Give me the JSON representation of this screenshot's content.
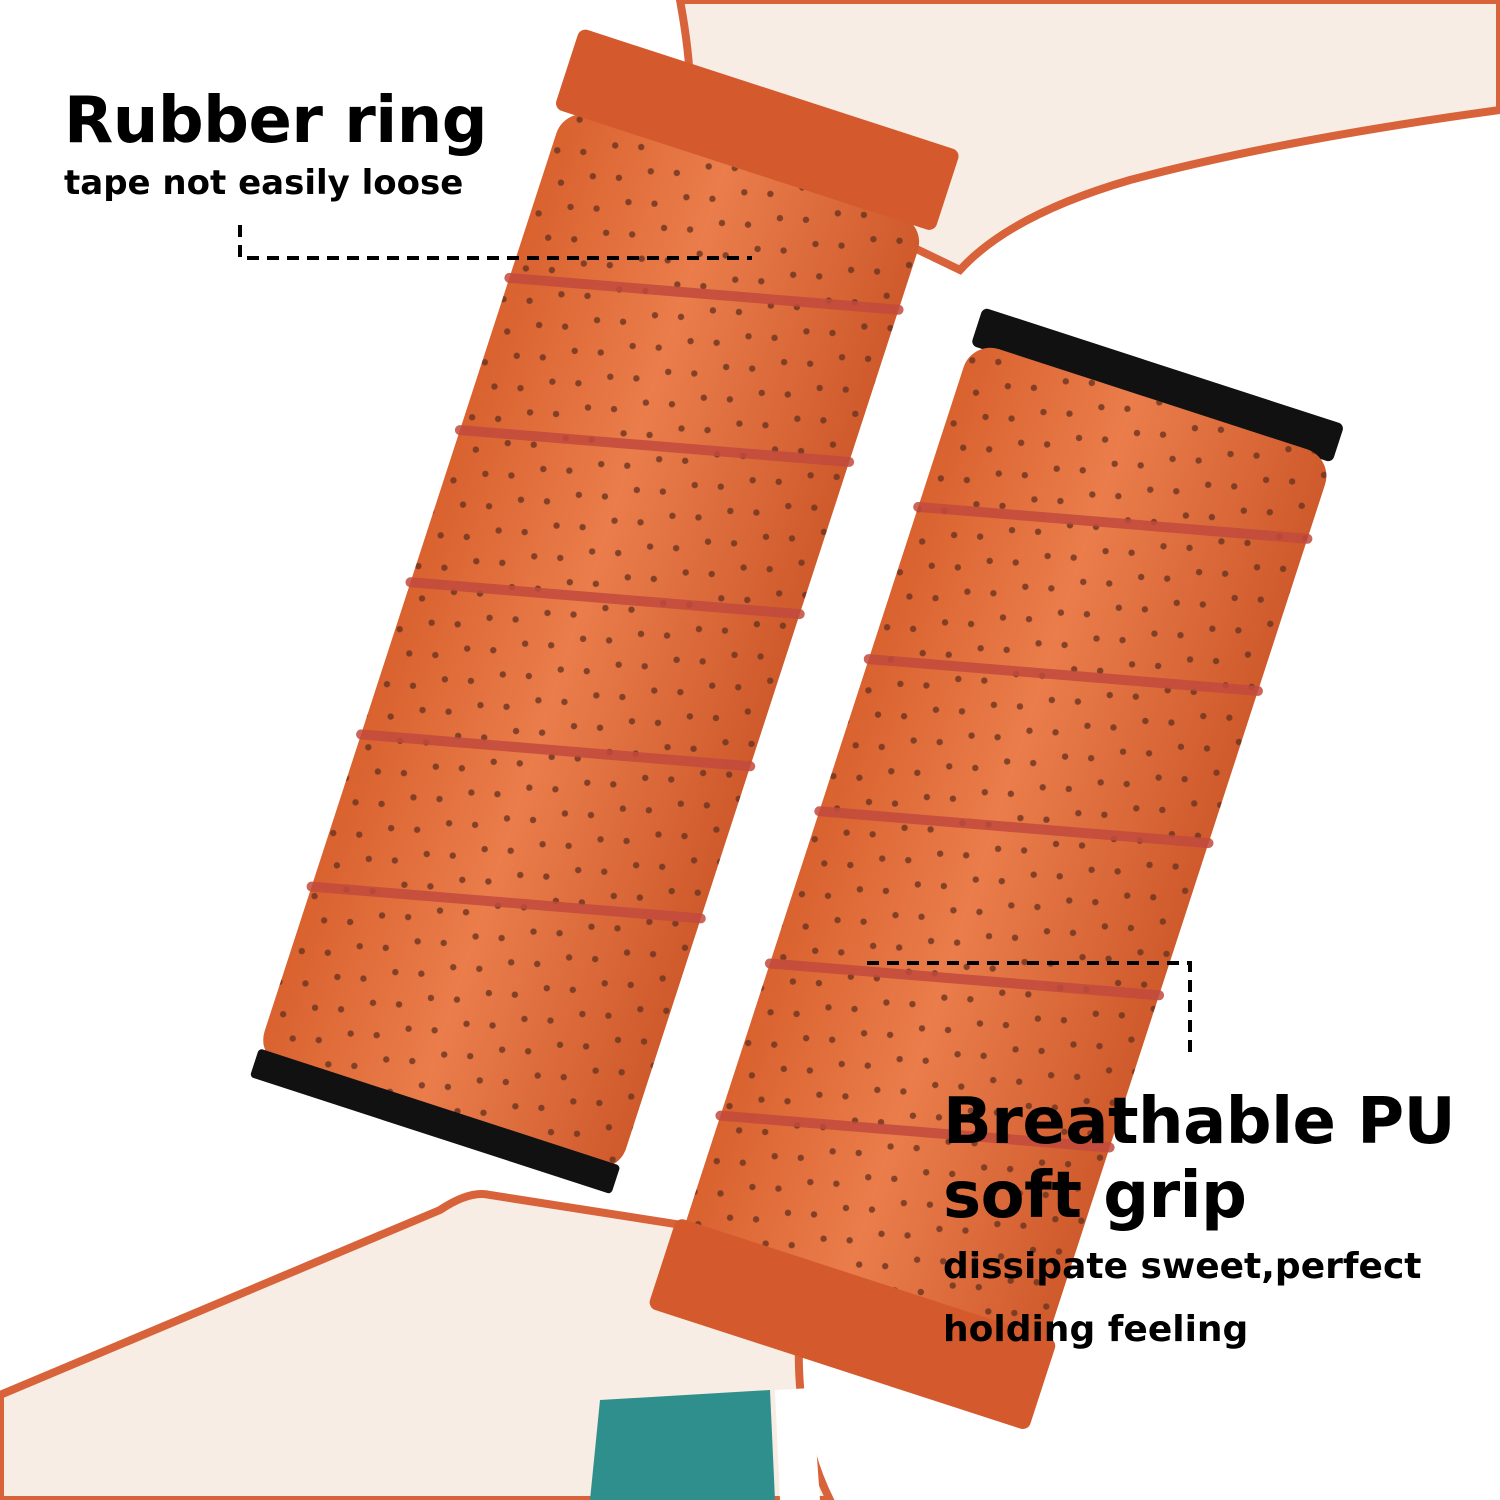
{
  "callouts": {
    "rubber_ring": {
      "title": "Rubber ring",
      "subtitle": "tape not easily loose"
    },
    "grip": {
      "title_line1": "Breathable PU",
      "title_line2": "soft grip",
      "subtitle_line1": "dissipate sweet,perfect",
      "subtitle_line2": "holding feeling"
    }
  },
  "colors": {
    "grip_orange": "#e0703f",
    "grip_shadow": "#c8552e",
    "stripe": "#c24a3d",
    "paddle_face": "#f7ede4",
    "paddle_edge": "#d8633a",
    "teal_stripe": "#2f8f8c",
    "text": "#000000"
  }
}
